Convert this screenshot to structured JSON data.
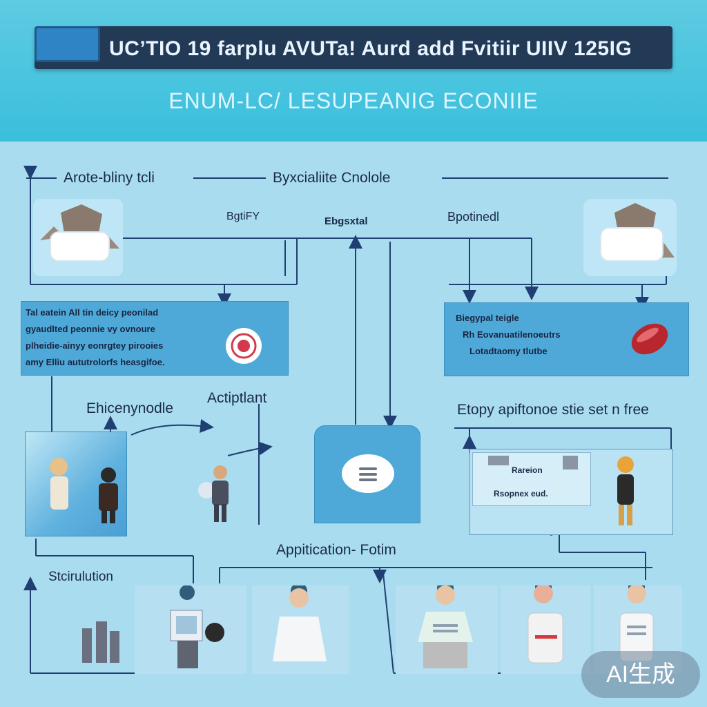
{
  "header": {
    "title": "UC’TIO 19  farplu  AVUTa!  Aurd  add  Fvitiir   UIIV   125IG",
    "subtitle": "ENUM-LC/  LESUPEANIG  ECONIIE"
  },
  "top_labels": {
    "left": "Arote-bliny tcli",
    "center": "Byxcialiite  Cnolole",
    "sub_left": "BgtiFY",
    "sub_center": "Ebgsxtal",
    "sub_right": "Bpotinedl"
  },
  "left_panel_lines": [
    "Tal eatein  All tin deicy peonilad",
    "gyaudlted peonnie vy ovnoure",
    "plheidie-ainyy eonrgtey pirooies",
    "amy Elliu aututrolorfs heasgifoe."
  ],
  "right_panel_lines": [
    "Biegypal teigle",
    "Rh Eovanuatilenoeutrs",
    "Lotadtaomy tlutbe"
  ],
  "mid_labels": {
    "left": "Ehicenynodle",
    "center": "Actiptlant",
    "right": "Etopy apiftonoe stie set n free"
  },
  "small_card": {
    "row1": "Rareion",
    "row2": "Rsopnex eud."
  },
  "bottom_labels": {
    "center": "Appitication- Fotim",
    "left": "Stcirulution"
  },
  "badge": "AI生成",
  "colors": {
    "header": "#39bfdc",
    "title_bar": "#223a56",
    "panel": "#4fa9d8",
    "background": "#a9dcef",
    "line": "#1f3f73"
  },
  "icons": [
    "mask-icon",
    "target-icon",
    "pill-icon",
    "stack-icon",
    "person-icon",
    "doctor-icon"
  ]
}
